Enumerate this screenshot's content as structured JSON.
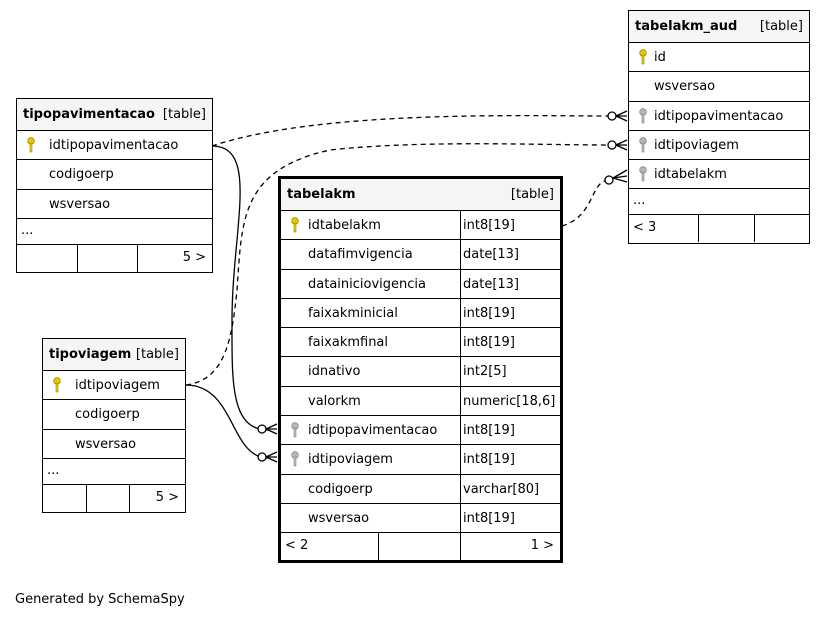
{
  "tables": {
    "tipopavimentacao": {
      "name": "tipopavimentacao",
      "type": "[table]",
      "columns": [
        "idtipopavimentacao",
        "codigoerp",
        "wsversao"
      ],
      "more": "...",
      "footer_right": "5 >"
    },
    "tipoviagem": {
      "name": "tipoviagem",
      "type": "[table]",
      "columns": [
        "idtipoviagem",
        "codigoerp",
        "wsversao"
      ],
      "more": "...",
      "footer_right": "5 >"
    },
    "tabelakm_aud": {
      "name": "tabelakm_aud",
      "type": "[table]",
      "columns": [
        "id",
        "wsversao",
        "idtipopavimentacao",
        "idtipoviagem",
        "idtabelakm"
      ],
      "more": "...",
      "footer_left": "< 3"
    },
    "tabelakm": {
      "name": "tabelakm",
      "type": "[table]",
      "columns": [
        {
          "name": "idtabelakm",
          "type": "int8[19]"
        },
        {
          "name": "datafimvigencia",
          "type": "date[13]"
        },
        {
          "name": "datainiciovigencia",
          "type": "date[13]"
        },
        {
          "name": "faixakminicial",
          "type": "int8[19]"
        },
        {
          "name": "faixakmfinal",
          "type": "int8[19]"
        },
        {
          "name": "idnativo",
          "type": "int2[5]"
        },
        {
          "name": "valorkm",
          "type": "numeric[18,6]"
        },
        {
          "name": "idtipopavimentacao",
          "type": "int8[19]"
        },
        {
          "name": "idtipoviagem",
          "type": "int8[19]"
        },
        {
          "name": "codigoerp",
          "type": "varchar[80]"
        },
        {
          "name": "wsversao",
          "type": "int8[19]"
        }
      ],
      "footer_left": "< 2",
      "footer_right": "1 >"
    }
  },
  "credit": "Generated by SchemaSpy",
  "colors": {
    "primary_key": "#e8c800",
    "foreign_key": "#a8a8a8",
    "header_bg": "#f5f5f5"
  }
}
